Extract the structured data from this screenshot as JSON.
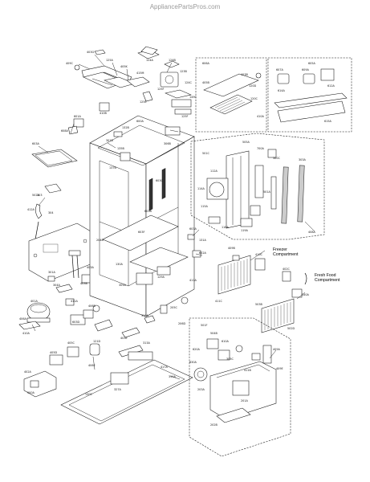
{
  "header": {
    "watermark": "AppliancePartsPros.com"
  },
  "captions": {
    "freezer_line1": "Freezer",
    "freezer_line2": "Compartment",
    "fresh_line1": "Fresh Food",
    "fresh_line2": "Compartment"
  },
  "part_labels": [
    "409C",
    "403G",
    "125A",
    "405K",
    "415M",
    "124A",
    "124B",
    "123B",
    "124C",
    "125F",
    "125E",
    "149C",
    "125F",
    "410B",
    "606A",
    "405B",
    "403B",
    "120D",
    "120C",
    "410A",
    "605A",
    "607A",
    "609A",
    "612A",
    "614A",
    "615A",
    "601A",
    "608A",
    "603A",
    "303",
    "304",
    "301B",
    "135B",
    "137B",
    "132B",
    "600A",
    "306B",
    "603C",
    "603B",
    "603F",
    "603A",
    "131A",
    "602A",
    "130A",
    "129A",
    "305A",
    "411A",
    "502A",
    "412A",
    "403A",
    "403B",
    "301A",
    "304A",
    "401A",
    "406A",
    "410A",
    "411A",
    "603D",
    "406B",
    "310A",
    "403E",
    "313A",
    "121D",
    "405C",
    "405D",
    "406E",
    "417A",
    "314A",
    "327A",
    "130C",
    "402A",
    "500A",
    "501C",
    "505A",
    "700A",
    "300C",
    "303A",
    "112A",
    "114A",
    "115A",
    "118A",
    "119A",
    "501A",
    "408A",
    "409B",
    "410C",
    "411C",
    "402C",
    "140A",
    "502D",
    "503B",
    "501F",
    "504B",
    "610A",
    "620A",
    "630A",
    "305C",
    "409A",
    "409E",
    "411B",
    "201A",
    "202B",
    "203A",
    "204B",
    "205C",
    "206D"
  ]
}
